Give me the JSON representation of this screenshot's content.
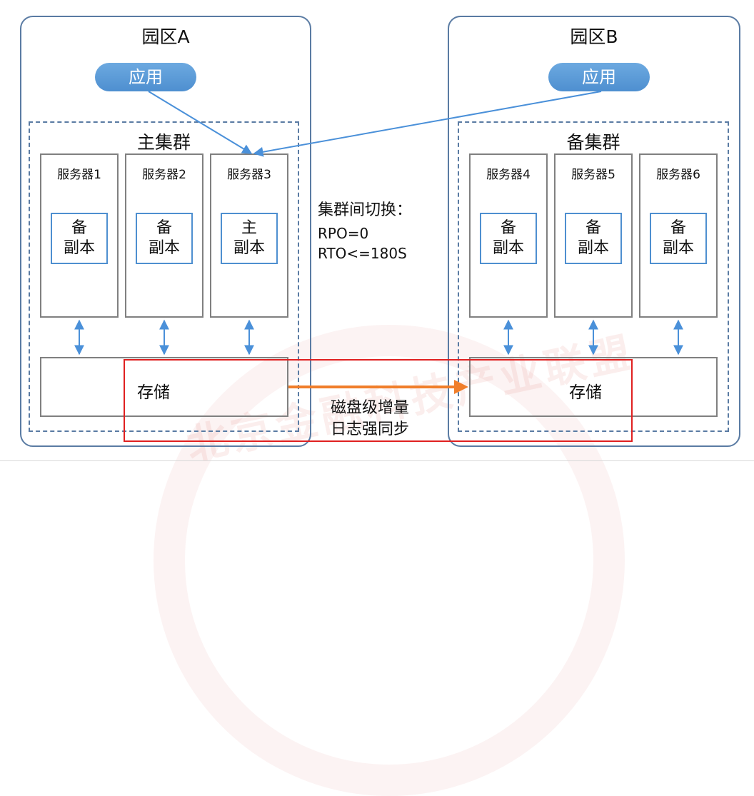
{
  "watermark": {
    "text": "北京金融科技产业联盟"
  },
  "park_a": {
    "title": "园区A",
    "app_label": "应用",
    "cluster_title": "主集群",
    "servers": [
      {
        "label": "服务器1",
        "replica_line1": "备",
        "replica_line2": "副本"
      },
      {
        "label": "服务器2",
        "replica_line1": "备",
        "replica_line2": "副本"
      },
      {
        "label": "服务器3",
        "replica_line1": "主",
        "replica_line2": "副本"
      }
    ],
    "storage_label": "存储"
  },
  "park_b": {
    "title": "园区B",
    "app_label": "应用",
    "cluster_title": "备集群",
    "servers": [
      {
        "label": "服务器4",
        "replica_line1": "备",
        "replica_line2": "副本"
      },
      {
        "label": "服务器5",
        "replica_line1": "备",
        "replica_line2": "副本"
      },
      {
        "label": "服务器6",
        "replica_line1": "备",
        "replica_line2": "副本"
      }
    ],
    "storage_label": "存储"
  },
  "switchover": {
    "title": "集群间切换：",
    "rpo": "RPO=0",
    "rto": "RTO<=180S"
  },
  "sync": {
    "line1": "磁盘级增量",
    "line2": "日志强同步"
  },
  "colors": {
    "frame_border": "#5a7ba3",
    "app_fill": "#4e8fd0",
    "replica_border": "#4e8fd0",
    "server_border": "#808080",
    "arrow_blue": "#4a90d9",
    "arrow_orange": "#f07e2a",
    "highlight_red": "#e02020"
  }
}
